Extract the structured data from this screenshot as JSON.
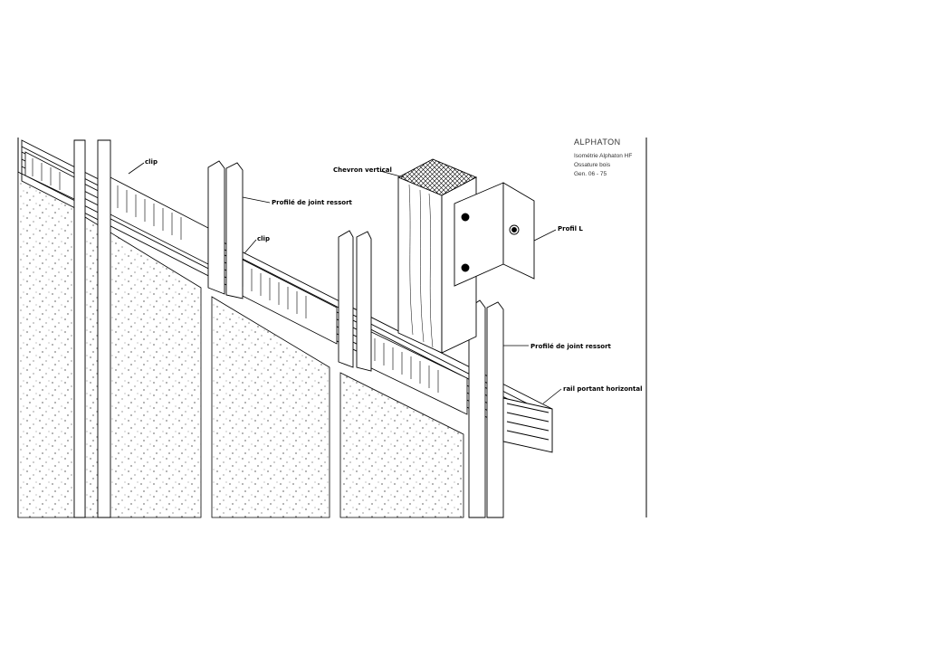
{
  "title_block": {
    "brand": "ALPHATON",
    "line1": "Isométrie Alphaton HF",
    "line2": "Ossature bois",
    "line3": "Gen. 06 - 75"
  },
  "labels": {
    "clip_1": "clip",
    "clip_2": "clip",
    "joint_1": "Profilé de joint ressort",
    "joint_2": "Profilé de joint ressort",
    "chevron": "Chevron vertical",
    "profil_l": "Profil L",
    "rail": "rail portant horizontal"
  },
  "colors": {
    "line": "#000000",
    "paper": "#ffffff"
  }
}
